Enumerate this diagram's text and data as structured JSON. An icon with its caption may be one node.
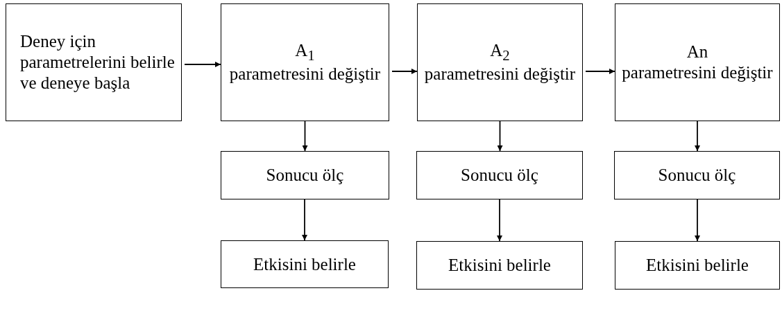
{
  "diagram": {
    "nodes": [
      {
        "text": [
          "Deney için parametrelerini belirle ve deneye başla"
        ]
      },
      {
        "text": [
          "A$_{1}$",
          "parametresini değiştir"
        ]
      },
      {
        "text": [
          "A$_{2}$",
          "parametresini değiştir"
        ]
      },
      {
        "text": [
          "An",
          "parametresini değiştir"
        ]
      },
      {
        "text": [
          "Sonucu ölç"
        ]
      },
      {
        "text": [
          "Sonucu ölç"
        ]
      },
      {
        "text": [
          "Sonucu ölç"
        ]
      },
      {
        "text": [
          "Etkisini belirle"
        ]
      },
      {
        "text": [
          "Etkisini belirle"
        ]
      },
      {
        "text": [
          "Etkisini belirle"
        ]
      }
    ],
    "edges": [
      {
        "from": 0,
        "to": 1,
        "arrow": "to"
      },
      {
        "from": 1,
        "to": 2,
        "arrow": "to"
      },
      {
        "from": 2,
        "to": 3,
        "arrow": "to"
      },
      {
        "from": 1,
        "to": 4,
        "arrow": "to"
      },
      {
        "from": 2,
        "to": 5,
        "arrow": "to"
      },
      {
        "from": 3,
        "to": 6,
        "arrow": "to"
      },
      {
        "from": 4,
        "to": 7,
        "arrow": "to"
      },
      {
        "from": 5,
        "to": 8,
        "arrow": "to"
      },
      {
        "from": 6,
        "to": 9,
        "arrow": "to"
      }
    ]
  }
}
